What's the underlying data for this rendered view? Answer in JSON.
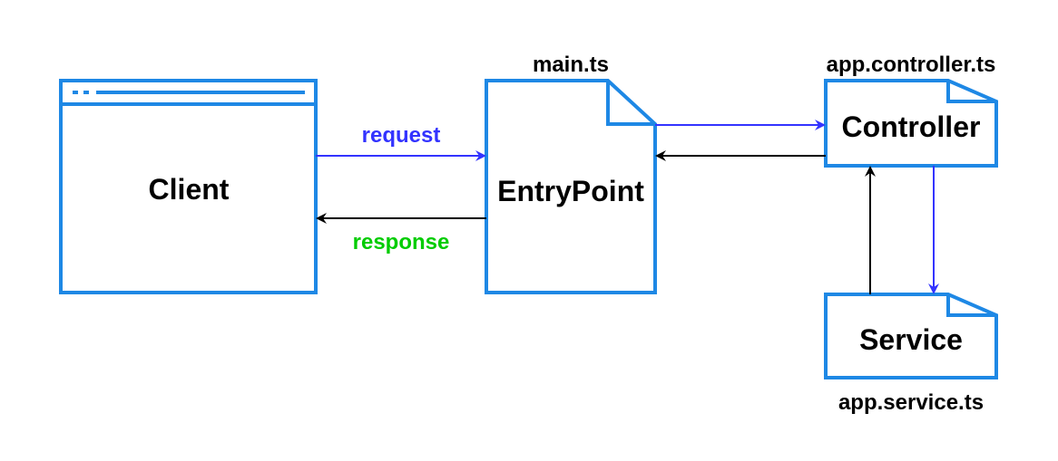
{
  "nodes": {
    "client": {
      "label": "Client"
    },
    "entrypoint": {
      "label": "EntryPoint",
      "filename": "main.ts"
    },
    "controller": {
      "label": "Controller",
      "filename": "app.controller.ts"
    },
    "service": {
      "label": "Service",
      "filename": "app.service.ts"
    }
  },
  "edges": {
    "request": {
      "label": "request"
    },
    "response": {
      "label": "response"
    }
  },
  "colors": {
    "shape_stroke": "#1e88e5",
    "request_arrow": "#3333ff",
    "response_label": "#00cc00",
    "black_arrow": "#000000"
  },
  "icons": {
    "window_titlebar": "browser-window-titlebar-icon"
  }
}
